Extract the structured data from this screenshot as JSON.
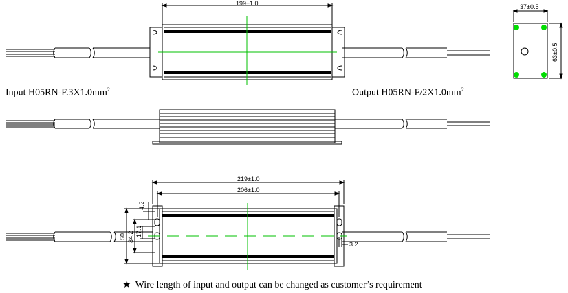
{
  "labels": {
    "input_main": "Input H05RN-F.3X1.0mm",
    "input_sup": "2",
    "output_main": "Output H05RN-F/2X1.0mm",
    "output_sup": "2"
  },
  "dimensions": {
    "top_length": "199±1.0",
    "end_width": "37±0.5",
    "end_height": "63±0.5",
    "overall_length": "219±1.0",
    "mount_pitch": "206±1.0",
    "dim_4_2": "4.2",
    "dim_17_1": "17.1",
    "dim_34_2": "34.2",
    "dim_50": "50",
    "dim_3_2": "3.2"
  },
  "footnote": {
    "star": "★",
    "text": "Wire length of input and output can be changed as customer’s requirement"
  },
  "colors": {
    "centerline": "#00c000",
    "marker": "#00dd00",
    "line": "#000000"
  }
}
